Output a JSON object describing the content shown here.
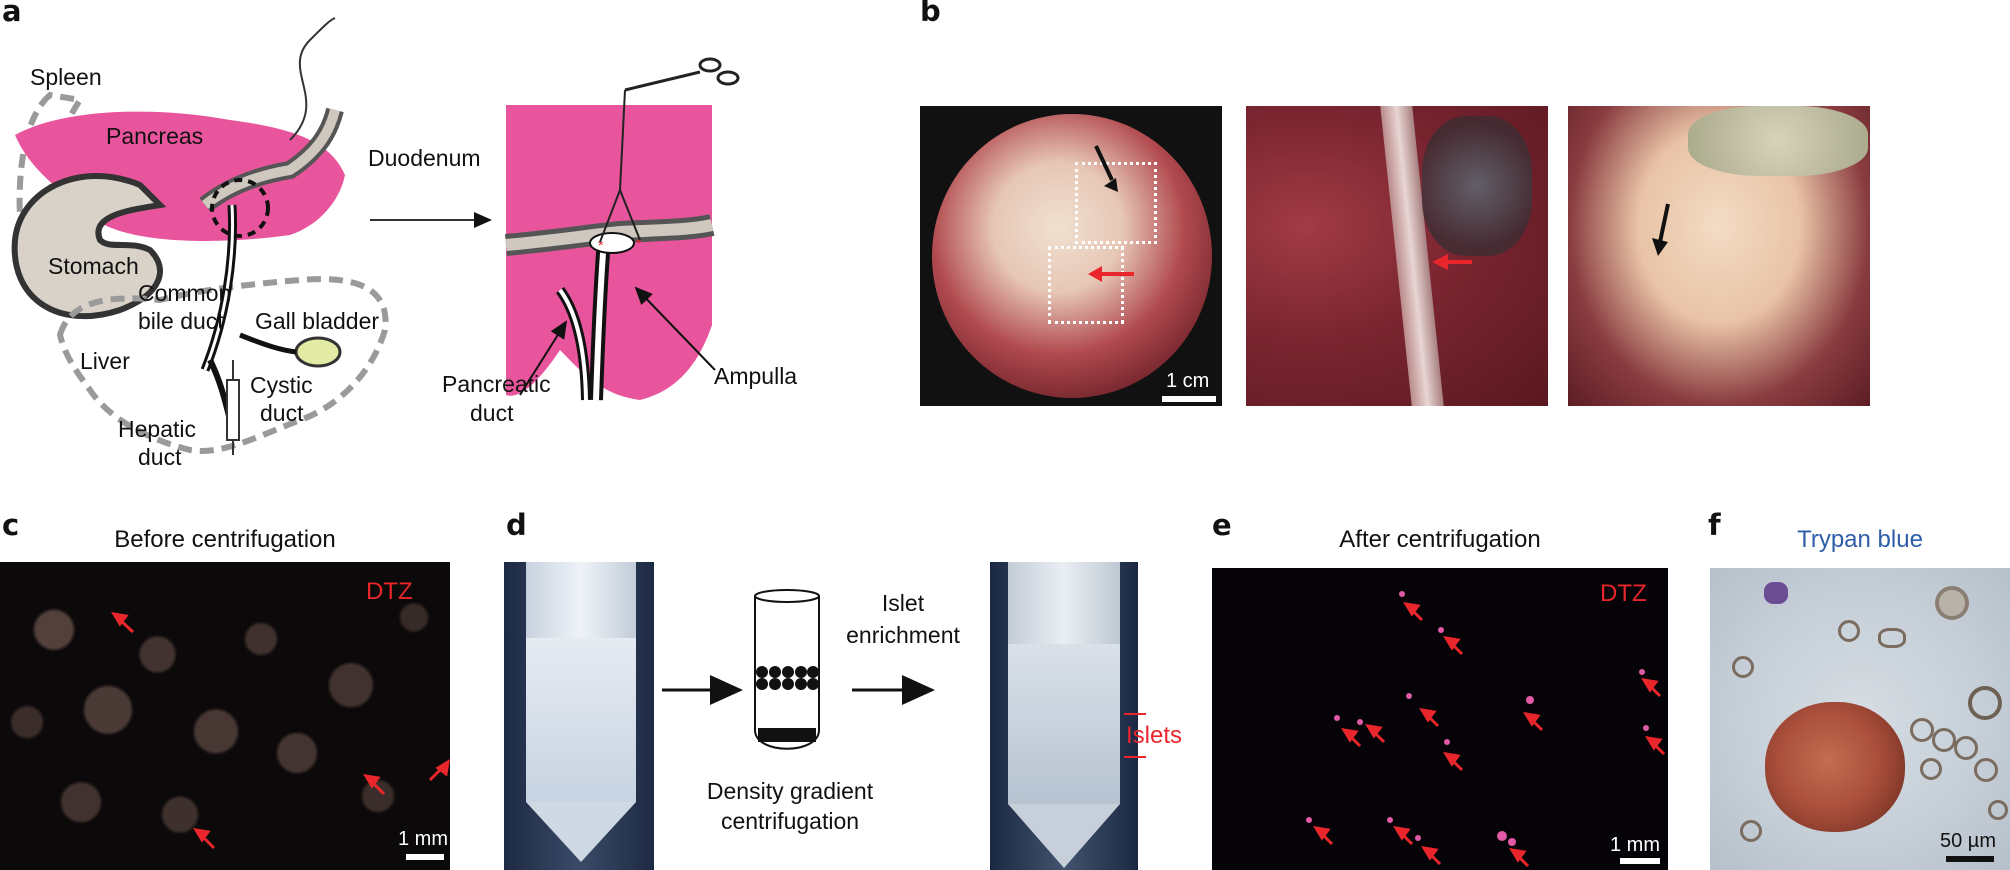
{
  "panels": {
    "a": {
      "label": "a",
      "organs": {
        "spleen": "Spleen",
        "pancreas": "Pancreas",
        "duodenum": "Duodenum",
        "stomach": "Stomach",
        "common_bile_duct_1": "Common",
        "common_bile_duct_2": "bile duct",
        "gall_bladder": "Gall bladder",
        "liver": "Liver",
        "cystic_duct_1": "Cystic",
        "cystic_duct_2": "duct",
        "hepatic_duct_1": "Hepatic",
        "hepatic_duct_2": "duct",
        "pancreatic_duct_1": "Pancreatic",
        "pancreatic_duct_2": "duct",
        "ampulla": "Ampulla"
      },
      "colors": {
        "pancreas": "#e8559c",
        "stomach": "#d8d2c8",
        "gall_bladder": "#e2eaa3"
      }
    },
    "b": {
      "label": "b",
      "scale_bar": "1 cm"
    },
    "c": {
      "label": "c",
      "title": "Before centrifugation",
      "stain": "DTZ",
      "scale_bar": "1 mm"
    },
    "d": {
      "label": "d",
      "step_1": "Islet",
      "step_2": "enrichment",
      "caption_1": "Density gradient",
      "caption_2": "centrifugation",
      "marker": "Islets"
    },
    "e": {
      "label": "e",
      "title": "After centrifugation",
      "stain": "DTZ",
      "scale_bar": "1 mm"
    },
    "f": {
      "label": "f",
      "title": "Trypan blue",
      "scale_bar": "50 µm"
    }
  },
  "colors": {
    "accent_red": "#e8262c",
    "trypan_blue": "#2e5ea8"
  }
}
